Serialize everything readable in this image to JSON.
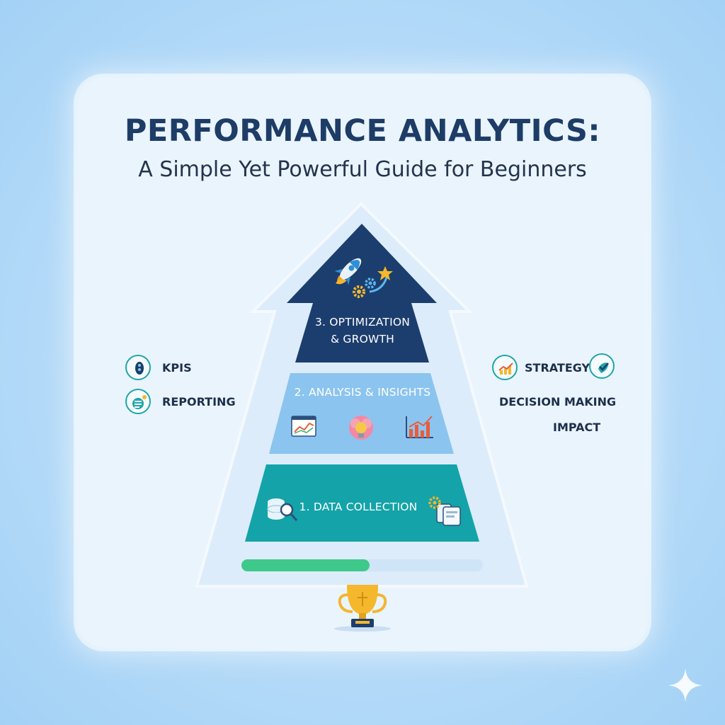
{
  "header": {
    "title": "PERFORMANCE ANALYTICS:",
    "subtitle": "A Simple Yet Powerful Guide for Beginners"
  },
  "pyramid": {
    "tiers": [
      {
        "label_line1": "3. OPTIMIZATION",
        "label_line2": "& GROWTH",
        "color": "#1c3e6e",
        "icons": [
          "rocket-icon",
          "gear-icon",
          "star-icon"
        ]
      },
      {
        "label": "2. ANALYSIS & INSIGHTS",
        "color": "#8cc4f0",
        "icons": [
          "line-chart-window-icon",
          "brain-lightbulb-icon",
          "bar-chart-icon"
        ]
      },
      {
        "label": "1. DATA COLLECTION",
        "color": "#14a3a8",
        "icons": [
          "database-search-icon",
          "device-gear-icon"
        ]
      }
    ]
  },
  "left_items": [
    {
      "label": "KPIS",
      "icon": "kpi-icon"
    },
    {
      "label": "REPORTING",
      "icon": "report-icon"
    }
  ],
  "right_items": [
    {
      "label": "STRATEGY",
      "icon_left": "trend-chart-icon",
      "icon_right": "check-shield-icon"
    },
    {
      "label": "DECISION MAKING"
    },
    {
      "label": "IMPACT"
    }
  ],
  "progress": {
    "value": 0.53,
    "fill_color": "#3ec98a",
    "track_color": "#cfe5f7"
  },
  "footer_icon": "trophy-icon",
  "colors": {
    "navy": "#1c3e6e",
    "teal": "#14a3a8",
    "light_blue": "#8cc4f0",
    "title": "#1d3c66"
  }
}
